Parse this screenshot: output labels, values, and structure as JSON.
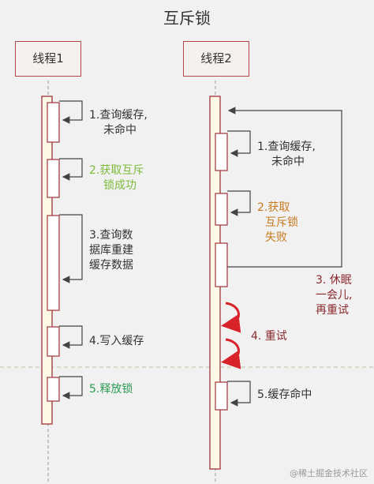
{
  "title": "互斥锁",
  "actors": {
    "thread1": "线程1",
    "thread2": "线程2"
  },
  "thread1_steps": {
    "s1": [
      "1.查询缓存,",
      "未命中"
    ],
    "s2": [
      "2.获取互斥",
      "锁成功"
    ],
    "s3": [
      "3.查询数",
      "据库重建",
      "缓存数据"
    ],
    "s4": "4.写入缓存",
    "s5": "5.释放锁"
  },
  "thread2_steps": {
    "s1": [
      "1.查询缓存,",
      "未命中"
    ],
    "s2": [
      "2.获取",
      "互斥锁",
      "失败"
    ],
    "s3": [
      "3. 休眠",
      "一会儿,",
      "再重试"
    ],
    "s4": "4. 重试",
    "s5": "5.缓存命中"
  },
  "colors": {
    "default_text": "#333333",
    "success_text": "#7dba3c",
    "release_text": "#2a9a52",
    "fail_text": "#c87a1e",
    "retry_text": "#8b2a2e",
    "retry_arrow": "#d8232a",
    "lifeline_fill": "#fdf9e6",
    "lifeline_border": "#a0333a"
  },
  "watermark": "@稀土掘金技术社区"
}
